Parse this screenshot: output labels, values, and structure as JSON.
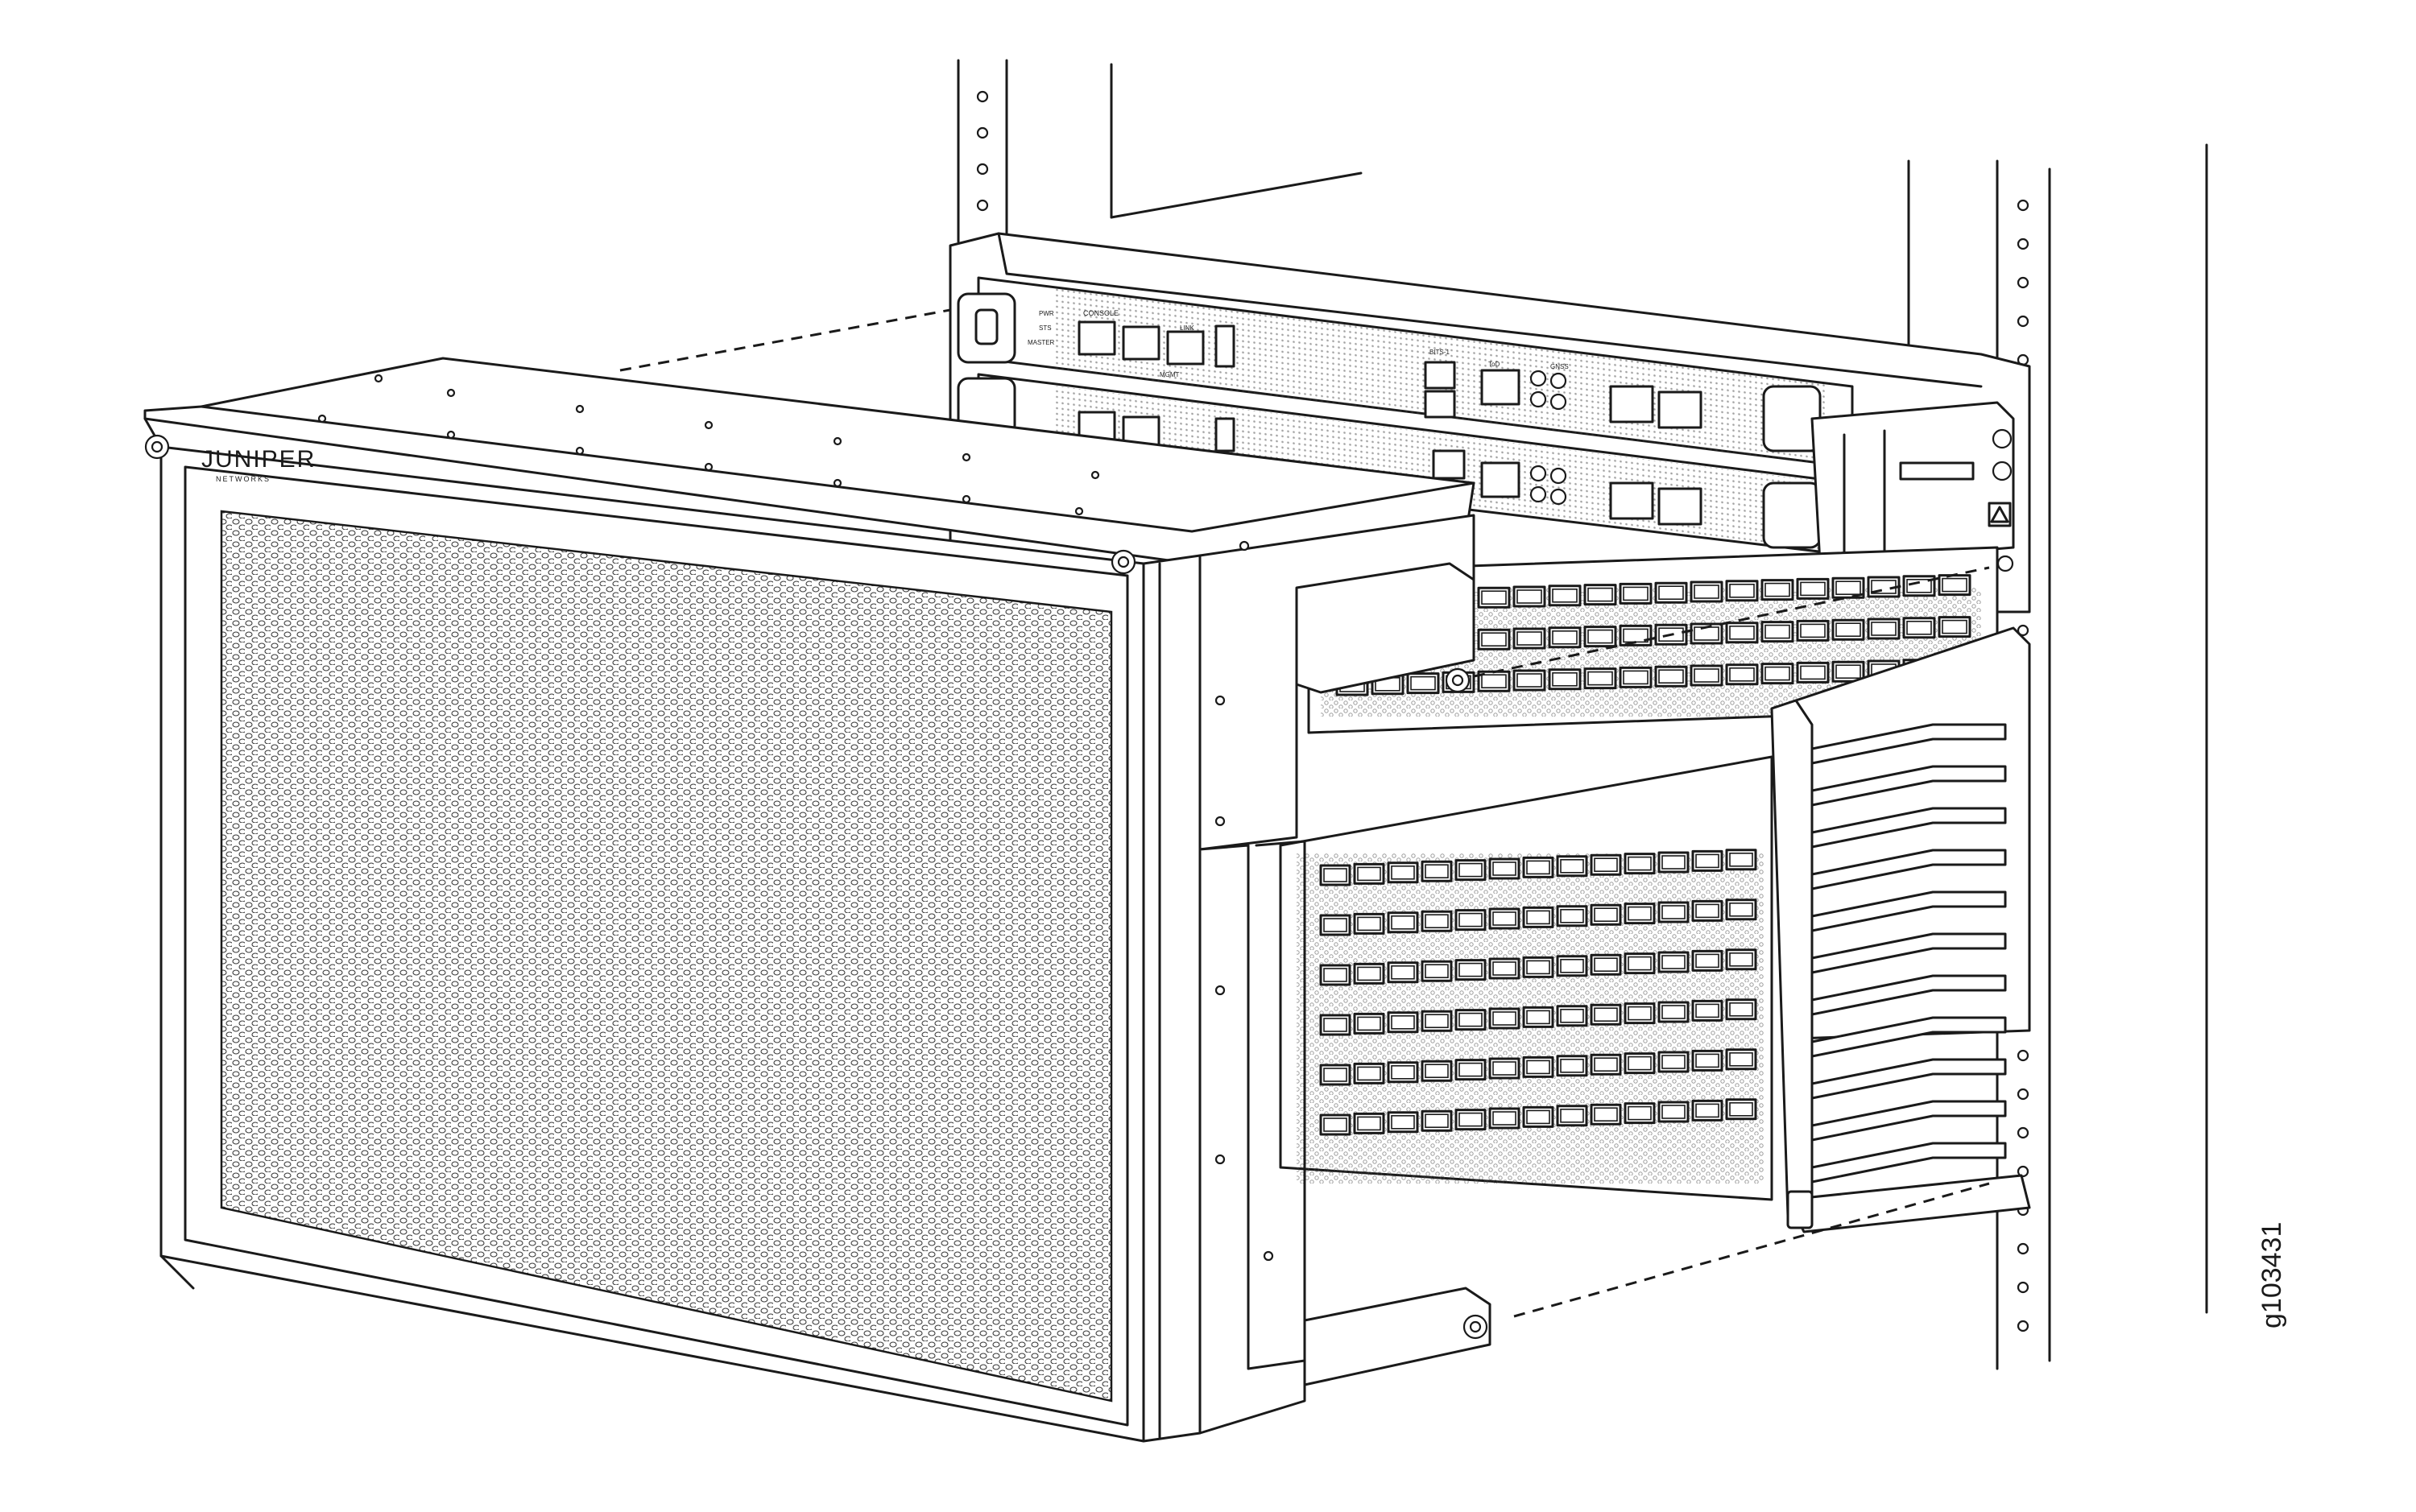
{
  "figure_id": "g103431",
  "brand": {
    "name": "JUNIPER",
    "subname": "NETWORKS"
  },
  "panel_labels": {
    "console": "CONSOLE",
    "pwr": "PWR",
    "sts": "STS",
    "master": "MASTER",
    "link": "LINK",
    "mgmt": "MGMT",
    "bits": "BITS-1",
    "tod": "ToD",
    "gnss": "GNSS"
  }
}
